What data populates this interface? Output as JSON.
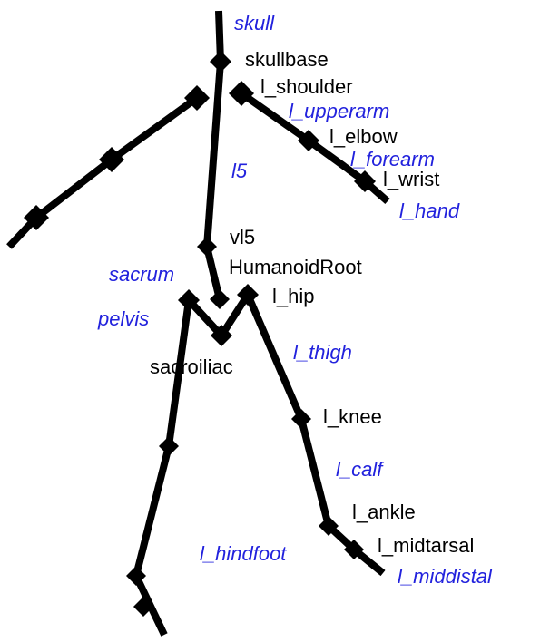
{
  "figure": {
    "description_free": true,
    "colors": {
      "skeleton": "#000000",
      "joint_label": "#000000",
      "segment_label": "#2222dd",
      "background": "#ffffff"
    },
    "joint_labels": {
      "skullbase": "skullbase",
      "l_shoulder": "l_shoulder",
      "l_elbow": "l_elbow",
      "l_wrist": "l_wrist",
      "vl5": "vl5",
      "humanoid_root": "HumanoidRoot",
      "l_hip": "l_hip",
      "sacroiliac": "sacroiliac",
      "l_knee": "l_knee",
      "l_ankle": "l_ankle",
      "l_midtarsal": "l_midtarsal"
    },
    "segment_labels": {
      "skull": "skull",
      "l_upperarm": "l_upperarm",
      "l_forearm": "l_forearm",
      "l_hand": "l_hand",
      "l5": "l5",
      "sacrum": "sacrum",
      "pelvis": "pelvis",
      "l_thigh": "l_thigh",
      "l_calf": "l_calf",
      "l_hindfoot": "l_hindfoot",
      "l_middistal": "l_middistal"
    }
  }
}
